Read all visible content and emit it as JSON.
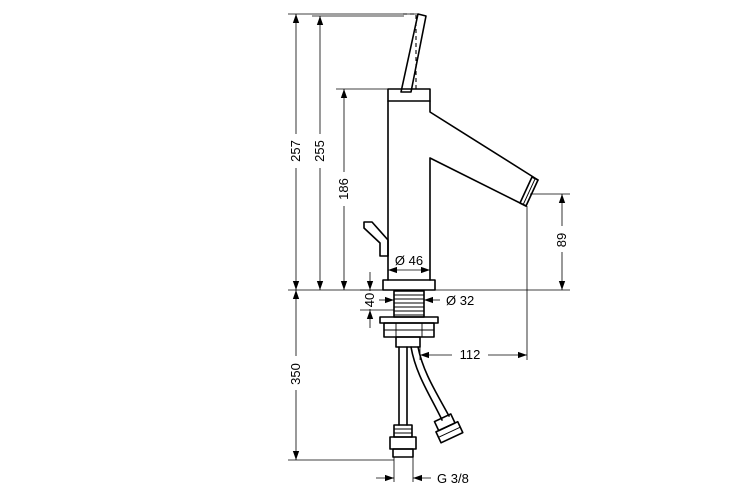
{
  "dimensions": {
    "d257": "257",
    "d255": "255",
    "d186": "186",
    "d89": "89",
    "d46": "Ø 46",
    "d40": "40",
    "d32": "Ø 32",
    "d112": "112",
    "d350": "350",
    "g38": "G 3/8"
  }
}
